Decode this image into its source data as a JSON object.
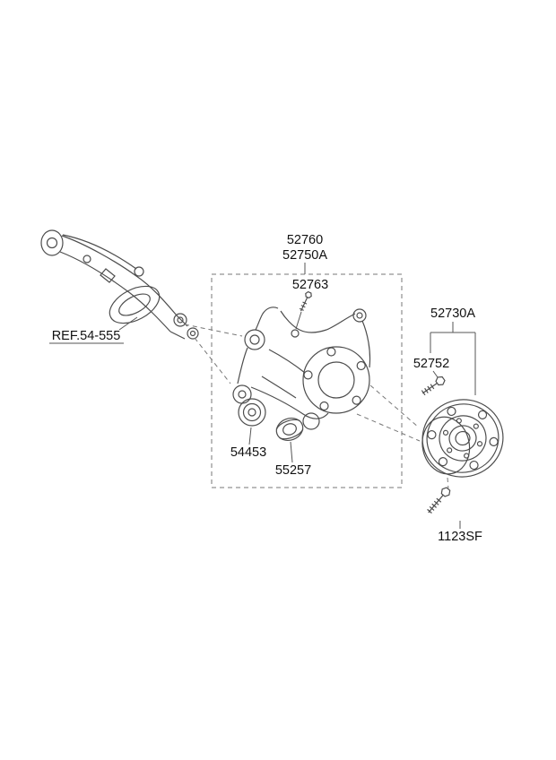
{
  "diagram": {
    "background": "#ffffff",
    "stroke_color": "#4d4d4d",
    "text_color": "#111111",
    "ref_label": "REF.54-555",
    "parts": {
      "knuckle_assembly_line1": "52760",
      "knuckle_assembly_line2": "52750A",
      "flange_bolt": "52763",
      "arm_bushing": "54453",
      "barrel_bushing": "55257",
      "hub_assembly": "52730A",
      "hub_bolt": "52752",
      "hub_screw": "1123SF"
    }
  }
}
